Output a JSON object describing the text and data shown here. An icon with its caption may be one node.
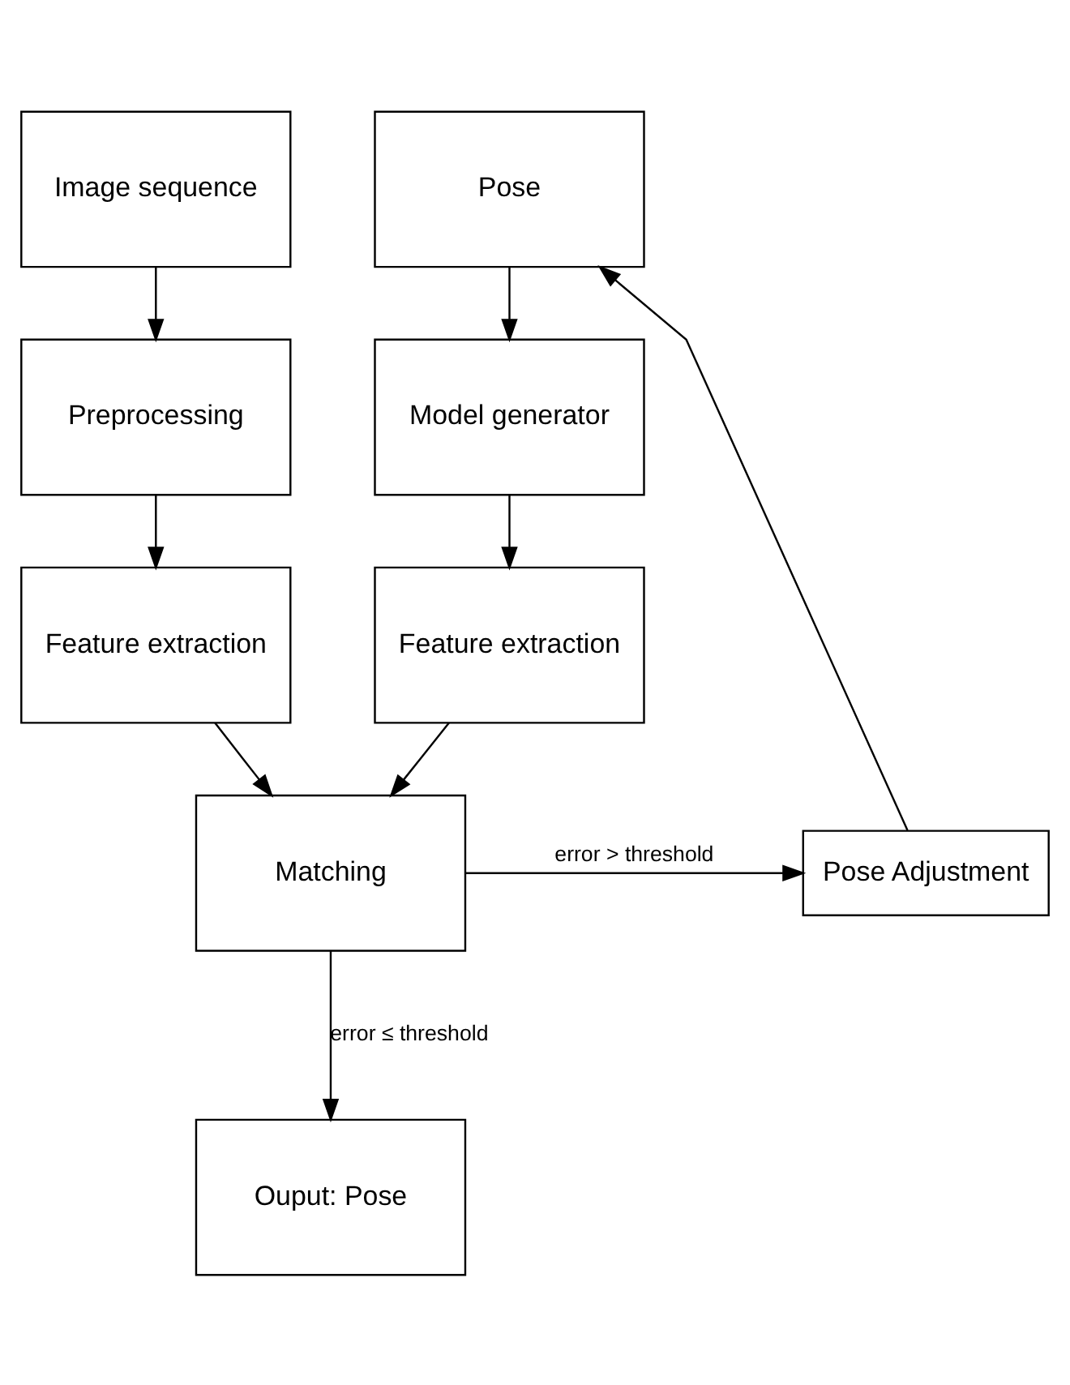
{
  "diagram": {
    "nodes": [
      {
        "text": [
          "Image sequence"
        ]
      },
      {
        "text": [
          "Pose"
        ]
      },
      {
        "text": [
          "Preprocessing"
        ]
      },
      {
        "text": [
          "Model generator"
        ]
      },
      {
        "text": [
          "Feature extraction"
        ]
      },
      {
        "text": [
          "Feature extraction"
        ]
      },
      {
        "text": [
          "Matching"
        ]
      },
      {
        "text": [
          "Pose Adjustment"
        ]
      },
      {
        "text": [
          "Ouput: Pose"
        ]
      }
    ],
    "edges": [
      {
        "from": 0,
        "to": 2,
        "arrow": "to"
      },
      {
        "from": 1,
        "to": 3,
        "arrow": "to"
      },
      {
        "from": 2,
        "to": 4,
        "arrow": "to"
      },
      {
        "from": 3,
        "to": 5,
        "arrow": "to"
      },
      {
        "from": 4,
        "to": 6,
        "arrow": "to"
      },
      {
        "from": 5,
        "to": 6,
        "arrow": "to"
      },
      {
        "from": 6,
        "to": 7,
        "arrow": "to",
        "label": "error > threshold"
      },
      {
        "from": 7,
        "to": 1,
        "arrow": "to"
      },
      {
        "from": 6,
        "to": 8,
        "arrow": "to",
        "label": "error ≤ threshold"
      }
    ]
  }
}
